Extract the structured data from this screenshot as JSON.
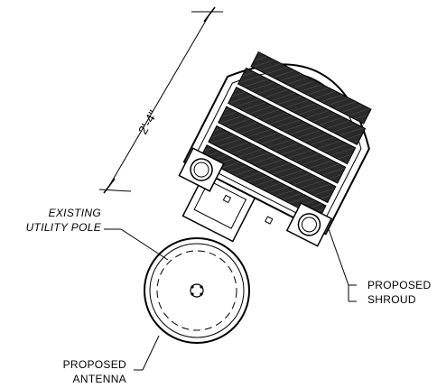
{
  "dimension": {
    "text": "2'-4\""
  },
  "labels": {
    "existing_pole": {
      "line1": "EXISTING",
      "line2": "UTILITY POLE"
    },
    "proposed_shroud": {
      "line1": "PROPOSED",
      "line2": "SHROUD"
    },
    "proposed_antenna": {
      "line1": "PROPOSED",
      "line2": "ANTENNA"
    }
  },
  "colors": {
    "ink": "#000000",
    "fill_dark": "#2a2a2a",
    "paper": "#ffffff"
  }
}
